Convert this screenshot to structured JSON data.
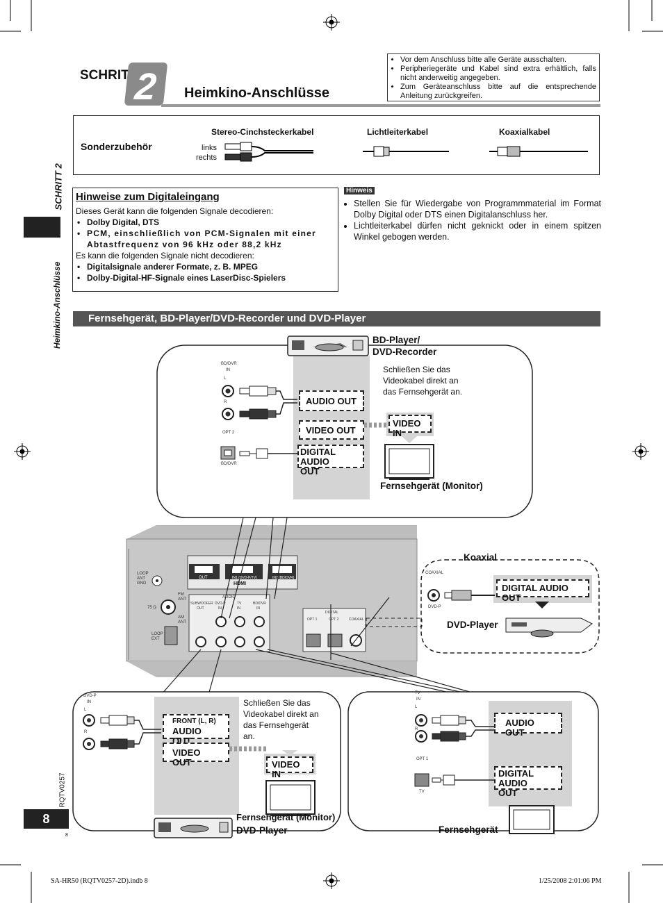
{
  "header": {
    "step_word": "SCHRITT",
    "step_number": "2",
    "title": "Heimkino-Anschlüsse",
    "notes": [
      "Vor dem Anschluss bitte alle Geräte ausschalten.",
      "Peripheriegeräte und Kabel sind extra erhältlich, falls nicht anderweitig angegeben.",
      "Zum Geräteanschluss bitte auf die entsprechende Anleitung zurückgreifen."
    ]
  },
  "accessories": {
    "heading": "Sonderzubehör",
    "stereo": "Stereo-Cinchsteckerkabel",
    "optical": "Lichtleiterkabel",
    "coaxial": "Koaxialkabel",
    "left": "links",
    "right": "rechts"
  },
  "sidebar": {
    "schritt": "SCHRITT 2",
    "heimkino": "Heimkino-Anschlüsse",
    "code": "RQTV0257",
    "page": "8",
    "small_page": "8"
  },
  "digital_info": {
    "title": "Hinweise zum Digitaleingang",
    "intro": "Dieses Gerät kann die folgenden Signale decodieren:",
    "decodes": [
      "Dolby Digital, DTS",
      "PCM, einschließlich von PCM-Signalen mit einer Abtastfrequenz von 96 kHz oder 88,2 kHz"
    ],
    "intro2": "Es kann die folgenden Signale nicht decodieren:",
    "not_decodes": [
      "Digitalsignale anderer Formate, z. B. MPEG",
      "Dolby-Digital-HF-Signale eines LaserDisc-Spielers"
    ]
  },
  "hinweis": {
    "tag": "Hinweis",
    "items": [
      "Stellen Sie für Wiedergabe von Programmmaterial im Format Dolby Digital oder DTS einen Digitalanschluss her.",
      "Lichtleiterkabel dürfen nicht geknickt oder in einem spitzen Winkel gebogen werden."
    ]
  },
  "section_title": "Fernsehgerät, BD-Player/DVD-Recorder und DVD-Player",
  "top_diagram": {
    "device": "BD-Player/ DVD-Recorder",
    "device_l1": "BD-Player/",
    "device_l2": "DVD-Recorder",
    "note_l1": "Schließen Sie das",
    "note_l2": "Videokabel direkt an",
    "note_l3": "das Fernsehgerät an.",
    "audio_out": "AUDIO OUT",
    "video_out": "VIDEO OUT",
    "digital_audio_out_l1": "DIGITAL AUDIO",
    "digital_audio_out_l2": "OUT",
    "video_in": "VIDEO IN",
    "monitor": "Fernsehgerät (Monitor)",
    "jack_label_top": "BD/DVR",
    "jack_label_in": "IN",
    "jack_l": "L",
    "jack_r": "R",
    "opt2": "OPT 2",
    "bddvr": "BD/DVR"
  },
  "coax_diagram": {
    "title": "Koaxial",
    "coaxial": "COAXIAL",
    "dvdp": "DVD-P",
    "digital_audio_out": "DIGITAL AUDIO OUT",
    "device": "DVD-Player"
  },
  "receiver": {
    "loop": "LOOP",
    "ant": "ANT",
    "gnd": "GND",
    "fm_ant": "FM ANT",
    "ohm": "75 Ω",
    "am_ant": "AM ANT",
    "loop_ext": "LOOP EXT",
    "hdmi_out": "OUT",
    "hdmi_in1": "IN1 (DVD-P/TV)",
    "hdmi_in2": "IN2 (BD/DVR)",
    "hdmi_logo": "HDMI",
    "audio": "AUDIO",
    "subwoofer": "SUBWOOFER",
    "out": "OUT",
    "dvdp": "DVD-P",
    "tv": "TV",
    "bddvr": "BD/DVR",
    "in": "IN",
    "digital": "DIGITAL",
    "opt1": "OPT 1",
    "opt2": "OPT 2",
    "coaxial": "COAXIAL"
  },
  "bottom_left": {
    "jack_top": "DVD-P",
    "jack_in": "IN",
    "l": "L",
    "r": "R",
    "front": "FRONT (L, R)",
    "audio_out": "AUDIO OUT",
    "video_out": "VIDEO OUT",
    "note_l1": "Schließen Sie das",
    "note_l2": "Videokabel direkt an",
    "note_l3": "das Fernsehgerät",
    "note_l4": "an.",
    "video_in": "VIDEO IN",
    "monitor": "Fernsehgerät (Monitor)",
    "device": "DVD-Player"
  },
  "bottom_right": {
    "jack_top": "TV",
    "jack_in": "IN",
    "l": "L",
    "r": "R",
    "opt1": "OPT 1",
    "tv": "TV",
    "audio_out": "AUDIO OUT",
    "digital_audio_out_l1": "DIGITAL AUDIO",
    "digital_audio_out_l2": "OUT",
    "device": "Fernsehgerät"
  },
  "footer": {
    "file": "SA-HR50 (RQTV0257-2D).indb   8",
    "date": "1/25/2008   2:01:06 PM"
  }
}
